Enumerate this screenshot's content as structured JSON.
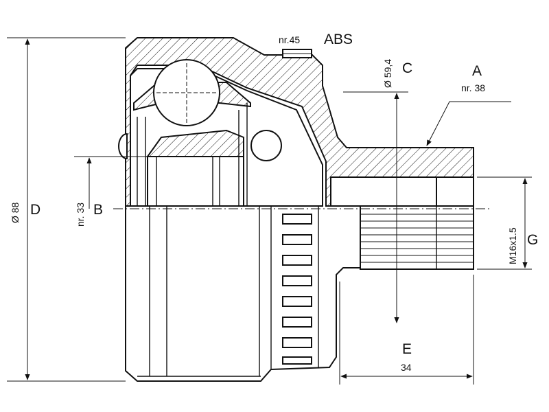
{
  "labels": {
    "abs": "ABS",
    "abs_teeth": "nr.45",
    "diameter_c": "Ø 59,4",
    "c": "C",
    "a": "A",
    "a_teeth": "nr. 38",
    "diameter_d": "Ø 88",
    "d": "D",
    "b_teeth": "nr. 33",
    "b": "B",
    "thread_g": "M16x1.5",
    "g": "G",
    "e": "E",
    "length_e": "34"
  }
}
